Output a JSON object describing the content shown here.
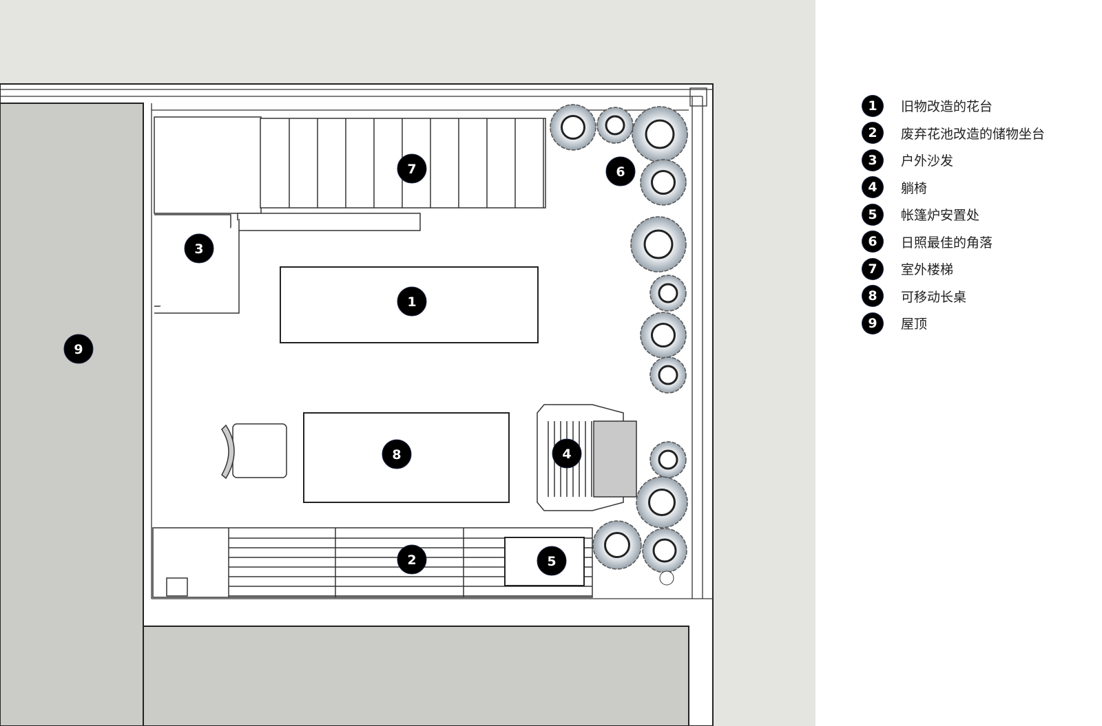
{
  "markers": [
    {
      "num": "1",
      "label": "旧物改造的花台"
    },
    {
      "num": "2",
      "label": "废弃花池改造的储物坐台"
    },
    {
      "num": "3",
      "label": "户外沙发"
    },
    {
      "num": "4",
      "label": "躺椅"
    },
    {
      "num": "5",
      "label": "帐篷炉安置处"
    },
    {
      "num": "6",
      "label": "日照最佳的角落"
    },
    {
      "num": "7",
      "label": "室外楼梯"
    },
    {
      "num": "8",
      "label": "可移动长桌"
    },
    {
      "num": "9",
      "label": "屋顶"
    }
  ],
  "colors": {
    "roof": "#cbcbc7",
    "surround": "#e4e5e1",
    "marker": "#000000",
    "plant": "#a9b2ba"
  }
}
